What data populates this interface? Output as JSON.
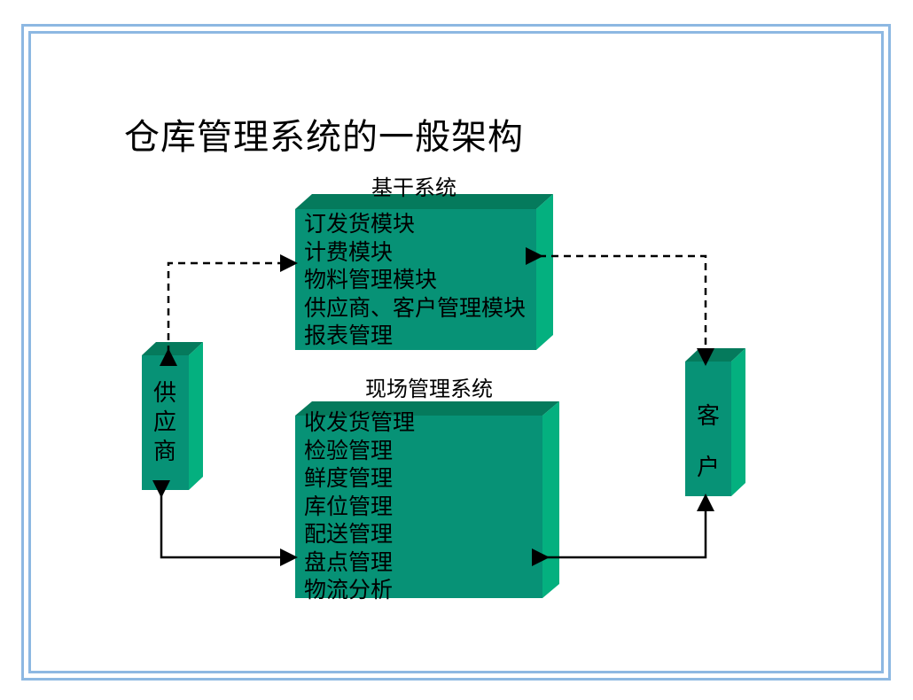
{
  "title": "仓库管理系统的一般架构",
  "core_system": {
    "label": "基干系统",
    "modules": [
      "订发货模块",
      "计费模块",
      "物料管理模块",
      "供应商、客户管理模块",
      "报表管理"
    ]
  },
  "site_system": {
    "label": "现场管理系统",
    "modules": [
      "收发货管理",
      "检验管理",
      "鲜度管理",
      "库位管理",
      "配送管理",
      "盘点管理",
      "物流分析"
    ]
  },
  "supplier": {
    "chars": [
      "供",
      "应",
      "商"
    ]
  },
  "customer": {
    "chars": [
      "客",
      "户"
    ]
  },
  "colors": {
    "box_front": "#079276",
    "box_side": "#04b07f",
    "box_top": "#057a5c",
    "frame": "#8db8e2"
  }
}
